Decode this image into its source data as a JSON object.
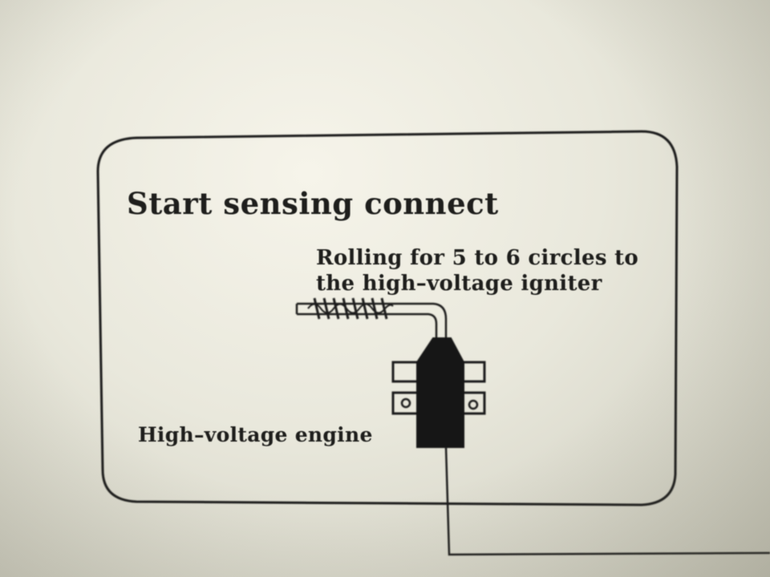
{
  "manual": {
    "title": "Start sensing connect",
    "callout_line1": "Rolling for 5 to 6 circles to",
    "callout_line2": "the high–voltage igniter",
    "engine_label": "High–voltage engine"
  },
  "icons": {
    "wire_coil": "coiled-wire-icon",
    "engine": "high-voltage-engine-icon"
  },
  "colors": {
    "paper": "#ebe9de",
    "ink": "#1e1e1c"
  }
}
